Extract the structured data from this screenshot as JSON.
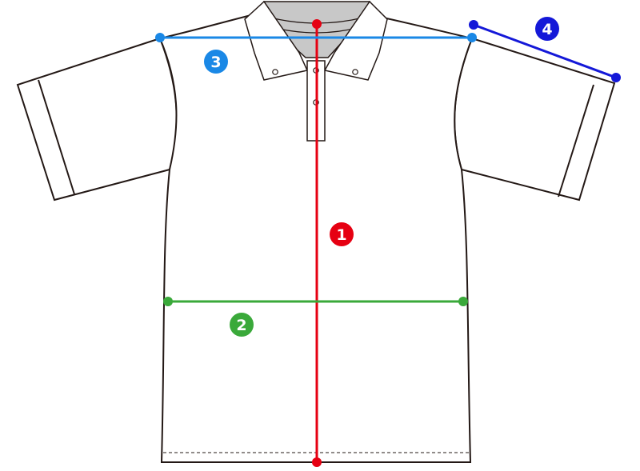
{
  "measurements": [
    {
      "number": "1",
      "color": "#e60012"
    },
    {
      "number": "2",
      "color": "#3aa93a"
    },
    {
      "number": "3",
      "color": "#1a88e6"
    },
    {
      "number": "4",
      "color": "#1418d8"
    }
  ],
  "colors": {
    "outline": "#231815",
    "collar_inner": "#c8c8c8",
    "shirt_fill": "#ffffff"
  }
}
